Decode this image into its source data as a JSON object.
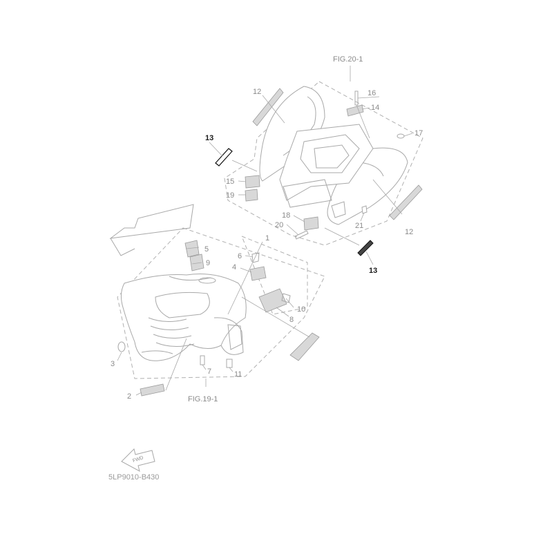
{
  "figure_refs": {
    "upper": "FIG.20-1",
    "lower": "FIG.19-1"
  },
  "drawing_code": "5LP9010-B430",
  "fwd_text": "FWD",
  "parts": {
    "p1": "1",
    "p2": "2",
    "p3": "3",
    "p4": "4",
    "p5": "5",
    "p6": "6",
    "p7": "7",
    "p8": "8",
    "p9": "9",
    "p10": "10",
    "p11": "11",
    "p12a": "12",
    "p12b": "12",
    "p13a": "13",
    "p13b": "13",
    "p14": "14",
    "p15": "15",
    "p16": "16",
    "p17": "17",
    "p18": "18",
    "p19": "19",
    "p20": "20",
    "p21": "21"
  },
  "highlighted_part": "13",
  "colors": {
    "line": "#a8a8a8",
    "highlight": "#111111",
    "background": "#ffffff"
  }
}
